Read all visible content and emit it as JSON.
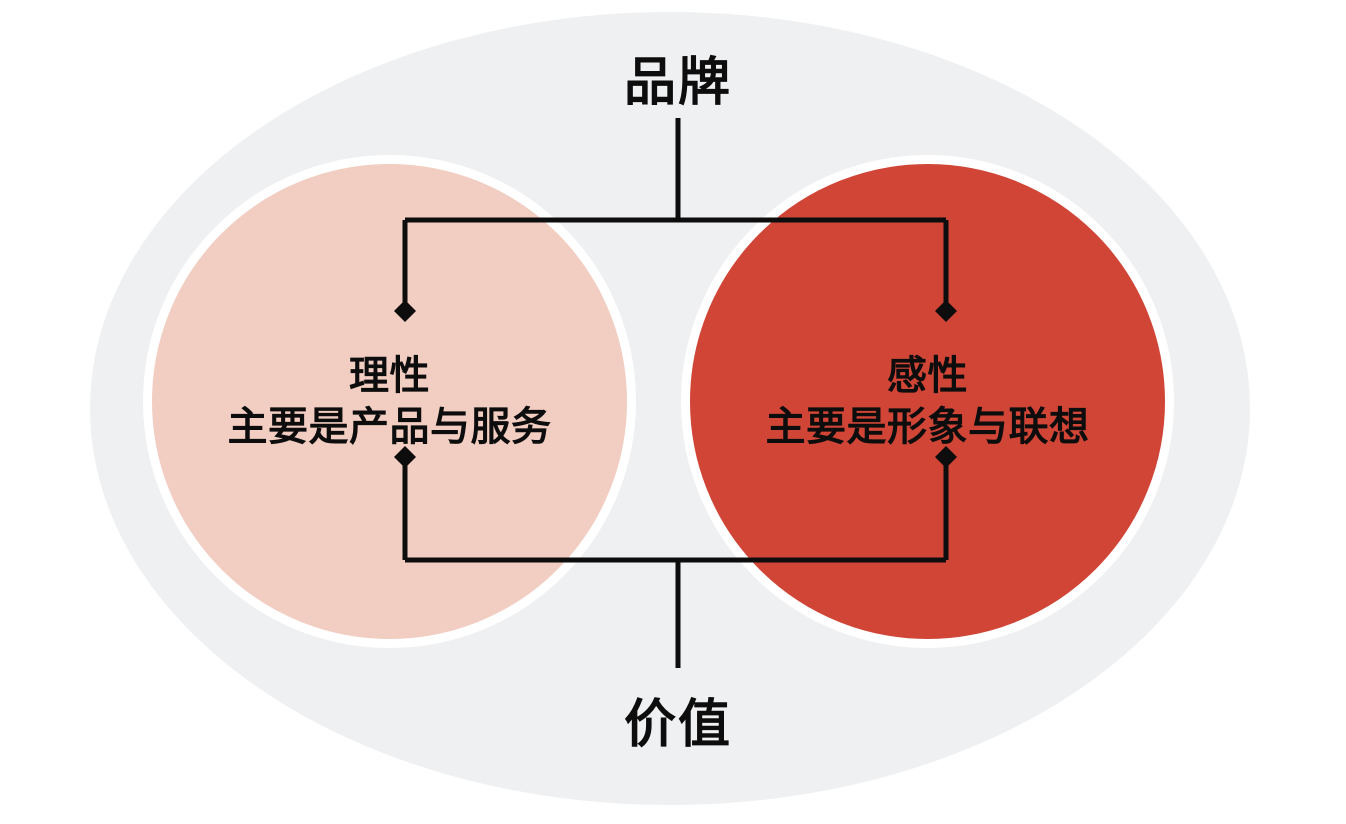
{
  "diagram": {
    "type": "venn-two-lobe-concept",
    "background_color": "#ffffff",
    "ellipse_color": "#eff0f2",
    "line_color": "#0d0d0d",
    "top_label": "品牌",
    "bottom_label": "价值",
    "lobes": [
      {
        "id": "rational",
        "heading": "理性",
        "description": "主要是产品与服务",
        "fill_color": "#f2cdc1",
        "text_color": "#0d0d0d",
        "ring_color": "#ffffff"
      },
      {
        "id": "emotional",
        "heading": "感性",
        "description": "主要是形象与联想",
        "fill_color": "#d04536",
        "text_color": "#0d0d0d",
        "ring_color": "#ffffff"
      }
    ],
    "connectors": {
      "top_source": "品牌",
      "bottom_source": "价值",
      "arrowhead_style": "diamond",
      "targets": [
        "理性",
        "感性"
      ]
    }
  }
}
